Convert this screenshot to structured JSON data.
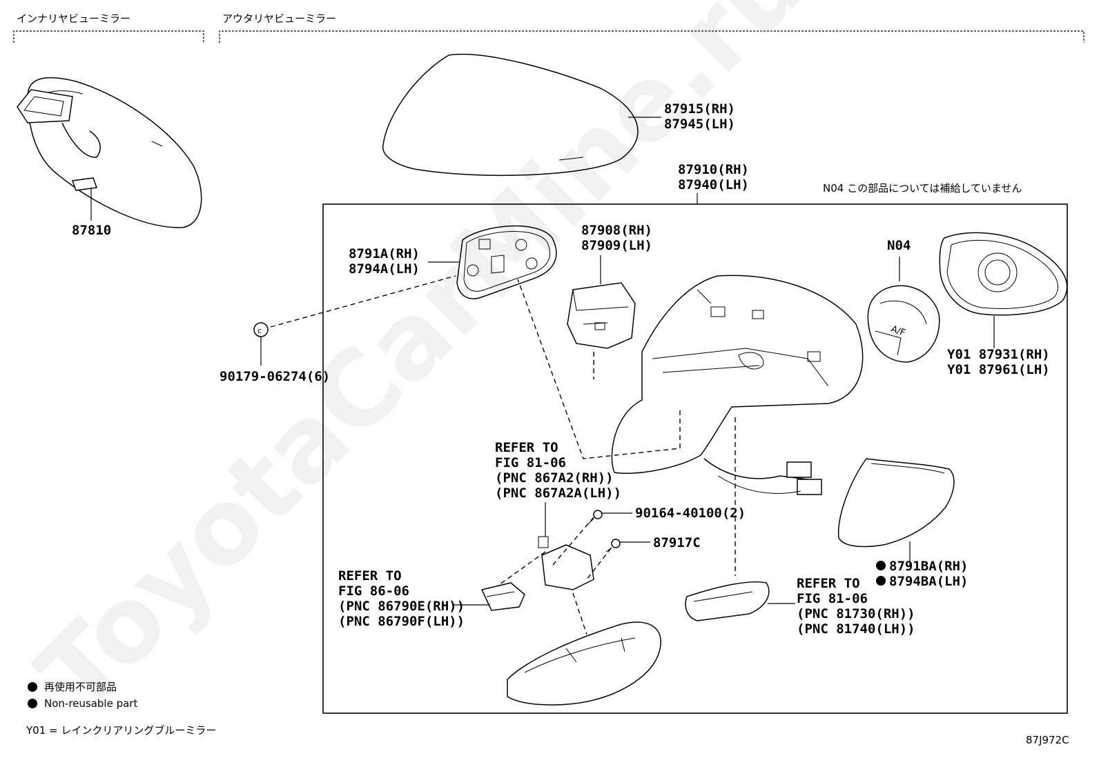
{
  "sections": {
    "inner": "インナリヤビューミラー",
    "outer": "アウタリヤビューミラー"
  },
  "watermark": "ToyotaCarMine.ru",
  "note_n04": "N04 この部品については補給していません",
  "labels": {
    "p87810": "87810",
    "p87915": "87915(RH)",
    "p87945": "87945(LH)",
    "p87910": "87910(RH)",
    "p87940": "87940(LH)",
    "p8791A": "8791A(RH)",
    "p8794A": "8794A(LH)",
    "p87908": "87908(RH)",
    "p87909": "87909(LH)",
    "pN04": "N04",
    "pY01a": "Y01 87931(RH)",
    "pY01b": "Y01 87961(LH)",
    "p90179": "90179-06274(6)",
    "ref1_1": "REFER TO",
    "ref1_2": "FIG 81-06",
    "ref1_3": "(PNC 867A2(RH))",
    "ref1_4": "(PNC 867A2A(LH))",
    "p90164": "90164-40100(2)",
    "p87917C": "87917C",
    "p8791BA": "8791BA(RH)",
    "p8794BA": "8794BA(LH)",
    "ref2_1": "REFER TO",
    "ref2_2": "FIG 86-06",
    "ref2_3": "(PNC 86790E(RH))",
    "ref2_4": "(PNC 86790F(LH))",
    "ref3_1": "REFER TO",
    "ref3_2": "FIG 81-06",
    "ref3_3": "(PNC 81730(RH))",
    "ref3_4": "(PNC 81740(LH))"
  },
  "legend": {
    "jp": "再使用不可部品",
    "en": "Non-reusable part",
    "y01": "Y01 = レインクリアリングブルーミラー"
  },
  "figure_id": "87J972C"
}
